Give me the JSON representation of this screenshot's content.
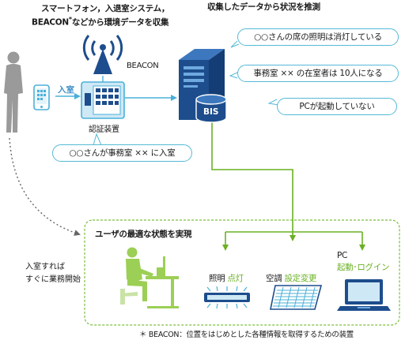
{
  "header": {
    "left_line1": "スマートフォン，入退室システム，",
    "left_line2_beacon": "BEACON",
    "left_line2_star": "*",
    "left_line2_rest": "などから環境データを収集",
    "right": "収集したデータから状況を推測"
  },
  "labels": {
    "beacon": "BEACON",
    "nyushitsu_arrow": "入室",
    "auth_device": "認証装置",
    "bis": "BIS",
    "left_note_line1": "入室すれば",
    "left_note_line2": "すぐに業務開始"
  },
  "bubbles": {
    "lighting_off": "○○さんの席の照明は消灯している",
    "occupants": "事務室 ×× の在室者は 10人になる",
    "pc_off": "PCが起動していない",
    "entered": "○○さんが事務室 ×× に入室"
  },
  "state_box": {
    "title": "ユーザの最適な状態を実現",
    "lighting_label": "照明",
    "lighting_action": "点灯",
    "ac_label": "空調",
    "ac_action": "設定変更",
    "pc_label": "PC",
    "pc_action": "起動･ログイン"
  },
  "footnote": "＊ BEACON：位置をはじめとした各種情報を取得するための装置",
  "colors": {
    "accent_blue": "#4ab0d8",
    "bubble_border": "#55b9d6",
    "green": "#6ab023",
    "dashed_box": "#7cbf3a",
    "navy": "#1d4d8c"
  }
}
